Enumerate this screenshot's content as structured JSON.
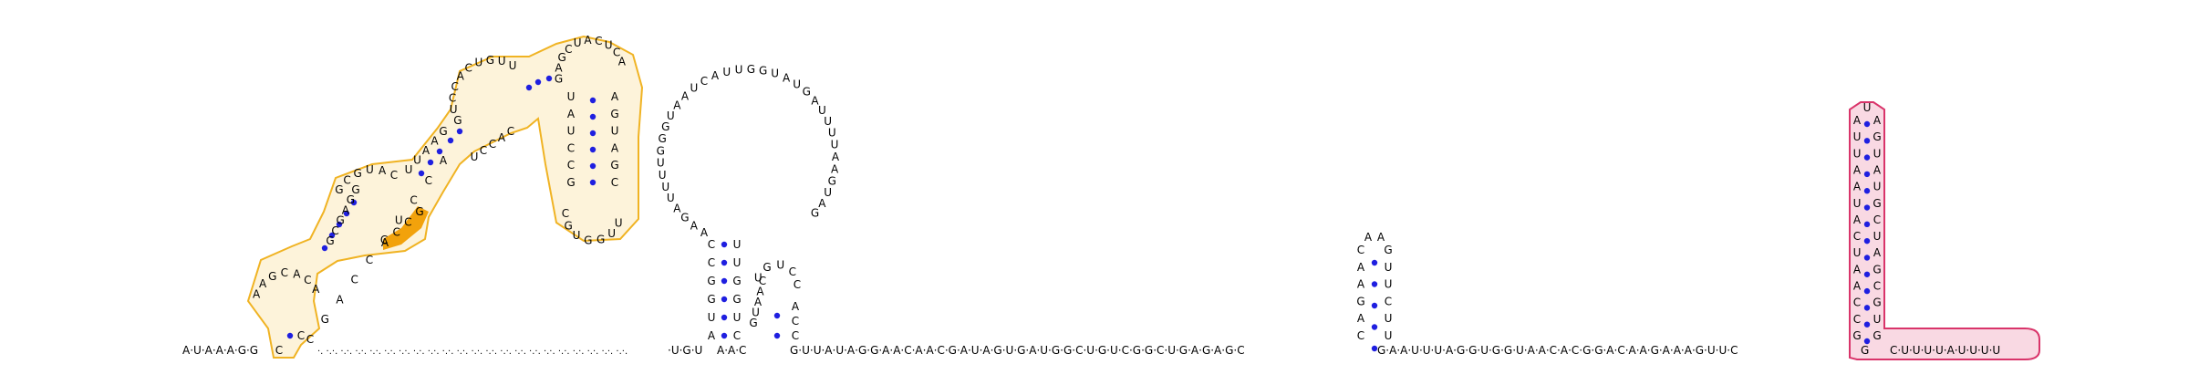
{
  "strand": {
    "prefix": "A·U·A·A·A·G·G",
    "gap_marks": "·. ·.·. ·.·. ·.·. ·.·. ·.·. ·.·. ·.·. ·.·. ·.·. ·.·. ·.·. ·.·. ·.·. ·.·. ·.·. ·.·. ·.·. ·.·. ·.·. ·.·. ·.·.",
    "after_gap": "·U·G·U",
    "after_domain1_5p": "A·A·C",
    "middle_run": "G·U·U·A·U·A·G·G·A·A·C·A·A·C·G·A·U·A·G·U·G·A·U·G·G·C·U·G·U·C·G·G·C·U·G·A·G·A·G·C",
    "after_hairpin_3p": "G·A·A·U·U·U·A·G·G·U·G·G·U·A·A·C·A·C·G·G·A·C·A·A·G·A·A·A·G·U·U·C",
    "final_base": "G",
    "tail": "C·U·U·U·U·A·U·U·U·U"
  },
  "stem_left_5p": [
    "A",
    "U",
    "A",
    "A",
    "A",
    "G",
    "G",
    "C"
  ],
  "orange_domain": {
    "bottom_pair": [
      "C",
      "C"
    ],
    "loop1": [
      "A",
      "A",
      "G",
      "C",
      "A",
      "C",
      "A"
    ],
    "stem2_left": [
      "G",
      "C",
      "G",
      "A",
      "G",
      "G"
    ],
    "loop2": [
      "G",
      "C",
      "G",
      "U",
      "A",
      "C"
    ],
    "stem3_left": [
      "U",
      "U",
      "A",
      "A",
      "G"
    ],
    "loop3": [
      "G",
      "U",
      "C",
      "C",
      "A",
      "C",
      "U",
      "G",
      "U",
      "U"
    ],
    "stem4_right": [
      "C",
      "A",
      "C",
      "C",
      "U"
    ],
    "loop4": [
      "G",
      "A",
      "G",
      "C",
      "U",
      "A",
      "C",
      "U",
      "C",
      "A"
    ],
    "stem5_left": [
      "U",
      "A",
      "U",
      "C",
      "C",
      "G"
    ],
    "hairpin_loop": [
      "C",
      "G",
      "U",
      "G",
      "G",
      "U",
      "U"
    ],
    "stem5_right": [
      "C",
      "G",
      "A",
      "U",
      "G",
      "A"
    ],
    "top_bases": [
      "G",
      "A",
      "G",
      "U",
      "U"
    ],
    "right_strand": [
      "A",
      "C",
      "C",
      "U",
      "C",
      "C",
      "C",
      "A",
      "G",
      "C"
    ],
    "highlight": [
      "A",
      "C",
      "C",
      "G"
    ]
  },
  "big_loop": {
    "stem_left": [
      "C",
      "C",
      "G",
      "G",
      "U",
      "A"
    ],
    "loop": [
      "A",
      "A",
      "G",
      "A",
      "U",
      "U",
      "U",
      "U",
      "G",
      "G",
      "G",
      "U",
      "A",
      "A",
      "U",
      "C",
      "A",
      "U",
      "U",
      "G",
      "G",
      "U",
      "A",
      "U",
      "G",
      "A",
      "U",
      "U",
      "U",
      "U",
      "A",
      "A",
      "G",
      "U",
      "A",
      "G"
    ],
    "stem_right": [
      "U",
      "U",
      "G",
      "G",
      "U",
      "C"
    ],
    "small_hairpin_left": [
      "G",
      "U",
      "A",
      "A",
      "C"
    ],
    "small_hairpin_loop": [
      "U",
      "G",
      "U",
      "C",
      "C"
    ],
    "small_hairpin_right": [
      "A",
      "C",
      "C"
    ]
  },
  "hairpin3": {
    "left": [
      "C",
      "A",
      "A",
      "G",
      "A",
      "C"
    ],
    "loop": [
      "A",
      "A"
    ],
    "right": [
      "G",
      "U",
      "U",
      "C",
      "U",
      "U"
    ]
  },
  "pink_hairpin": {
    "left": [
      "G",
      "C",
      "C",
      "A",
      "A",
      "U",
      "C",
      "A",
      "U",
      "A",
      "A",
      "U",
      "U",
      "A"
    ],
    "loop": [
      "U"
    ],
    "right": [
      "A",
      "G",
      "U",
      "A",
      "U",
      "G",
      "C",
      "U",
      "A",
      "G",
      "C",
      "G",
      "U",
      "G"
    ]
  },
  "colors": {
    "backbone": "#000000",
    "base_pair_dot": "#1f1fe0",
    "orange_outline": "#f0b323",
    "orange_fill": "#fdf3da",
    "orange_highlight": "#f2a20c",
    "pink_outline": "#d9346a",
    "pink_fill": "#f9d9e3"
  }
}
